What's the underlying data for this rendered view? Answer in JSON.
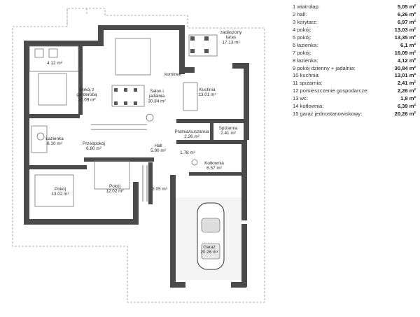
{
  "rooms": [
    {
      "key": "r1",
      "lines": [
        "4.12 m²"
      ]
    },
    {
      "key": "r2",
      "lines": [
        "Pokój z",
        "garderobą",
        "16.09 m²"
      ]
    },
    {
      "key": "r3",
      "lines": [
        "Salon i",
        "jadalnia",
        "30.84 m²"
      ]
    },
    {
      "key": "r4",
      "lines": [
        "kominek"
      ]
    },
    {
      "key": "r5",
      "lines": [
        "Kuchnia",
        "13.01 m²"
      ]
    },
    {
      "key": "r6",
      "lines": [
        "zadaszony",
        "taras",
        "17.13 m²"
      ]
    },
    {
      "key": "r7",
      "lines": [
        "Łazienka",
        "6.10 m²"
      ]
    },
    {
      "key": "r8",
      "lines": [
        "Przedpokój",
        "6.80 m²"
      ]
    },
    {
      "key": "r9",
      "lines": [
        "Hall",
        "5.90 m²"
      ]
    },
    {
      "key": "r10",
      "lines": [
        "Pralnia/suszarnia",
        "2.26 m²"
      ]
    },
    {
      "key": "r11",
      "lines": [
        "Spiżarnia",
        "2.41 m²"
      ]
    },
    {
      "key": "r12",
      "lines": [
        "1.78 m²"
      ]
    },
    {
      "key": "r13",
      "lines": [
        "Kotłownia",
        "6.57 m²"
      ]
    },
    {
      "key": "r14",
      "lines": [
        "Pokój",
        "13.02 m²"
      ]
    },
    {
      "key": "r15",
      "lines": [
        "Pokój",
        "12.02 m²"
      ]
    },
    {
      "key": "r16",
      "lines": [
        "5.05 m²"
      ]
    },
    {
      "key": "r17",
      "lines": [
        "Garaż",
        "20.26 m²"
      ]
    }
  ],
  "legend": [
    {
      "label": "1 wiatrołap:",
      "value": "5,05 m²"
    },
    {
      "label": "2 hall:",
      "value": "6,26 m²"
    },
    {
      "label": "3 korytarz:",
      "value": "6,97 m²"
    },
    {
      "label": "4 pokój:",
      "value": "13,03 m²"
    },
    {
      "label": "5 pokój:",
      "value": "13,35 m²"
    },
    {
      "label": "6 łazienka:",
      "value": "6,1 m²"
    },
    {
      "label": "7 pokój:",
      "value": "16,09 m²"
    },
    {
      "label": "8 łazienka:",
      "value": "4,12 m²"
    },
    {
      "label": "9 pokój dzienny + jadalnia:",
      "value": "30,84 m²"
    },
    {
      "label": "10 kuchnia:",
      "value": "13,01 m²"
    },
    {
      "label": "11 spiżarnia:",
      "value": "2,41 m²"
    },
    {
      "label": "12 pomieszczenie gospodarcze:",
      "value": "2,26 m²"
    },
    {
      "label": "13 wc:",
      "value": "1,8 m²"
    },
    {
      "label": "14 kotłownia:",
      "value": "6,39 m²"
    },
    {
      "label": "15 garaż jednostanowiskowy:",
      "value": "20,26 m²"
    }
  ]
}
